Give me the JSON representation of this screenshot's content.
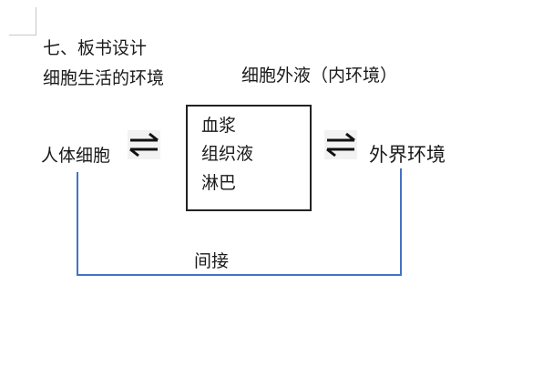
{
  "heading": "七、板书设计",
  "subtitle": "细胞生活的环境",
  "center_title": "细胞外液（内环境）",
  "left_label": "人体细胞",
  "right_label": "外界环境",
  "box_items": [
    "血浆",
    "组织液",
    "淋巴"
  ],
  "connector_label": "间接",
  "arrow_icon": "equilibrium-arrows-icon",
  "colors": {
    "connector_line": "#4472c4",
    "text": "#1a1a1a",
    "box_border": "#222222"
  }
}
